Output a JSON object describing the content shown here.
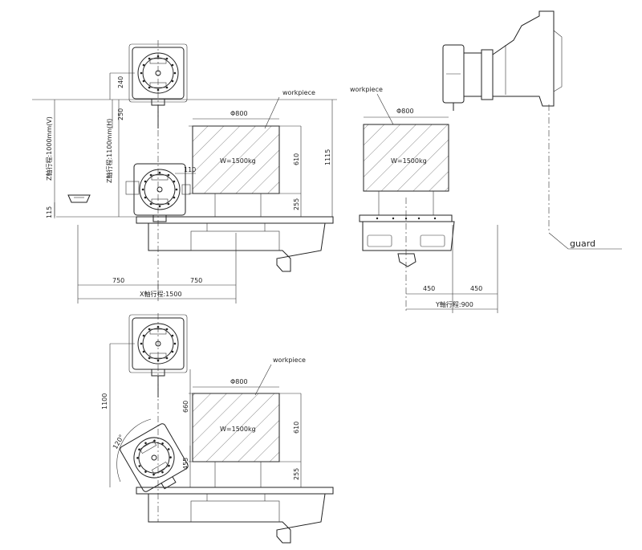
{
  "front_view": {
    "workpiece_label": "workpiece",
    "diameter": "Φ800",
    "weight": "W=1500kg",
    "dim_240": "240",
    "dim_250": "250",
    "z_stroke_h": "Z軸行程:1100mm(H)",
    "z_stroke_v": "Z軸行程:1000mm(V)",
    "dim_115_left": "115",
    "dim_110": "110",
    "dim_610": "610",
    "dim_255": "255",
    "dim_1115": "1115",
    "dim_750_left": "750",
    "dim_750_right": "750",
    "x_stroke": "X軸行程:1500"
  },
  "side_view": {
    "workpiece_label": "workpiece",
    "diameter": "Φ800",
    "weight": "W=1500kg",
    "dim_450_left": "450",
    "dim_450_right": "450",
    "y_stroke": "Y軸行程:900",
    "guard_label": "guard"
  },
  "tilt_view": {
    "workpiece_label": "workpiece",
    "diameter": "Φ800",
    "weight": "W=1500kg",
    "dim_1100": "1100",
    "dim_660": "660",
    "dim_455": "455",
    "dim_610": "610",
    "dim_255": "255",
    "angle": "120°"
  }
}
